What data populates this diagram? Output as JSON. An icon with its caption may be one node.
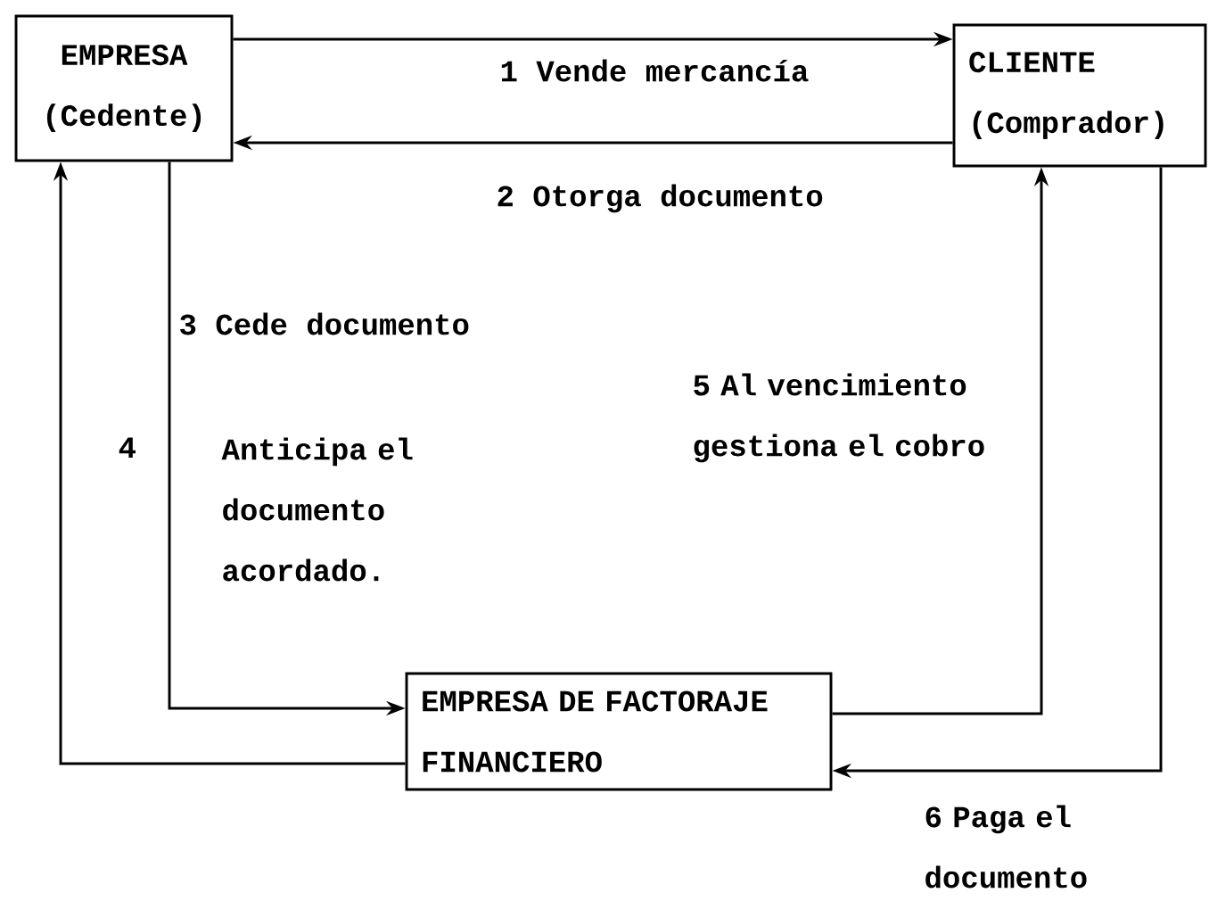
{
  "diagram": {
    "nodes": [
      {
        "text": [
          "EMPRESA (Cedente)"
        ]
      },
      {
        "text": [
          "CLIENTE (Comprador)"
        ]
      },
      {
        "text": [
          "EMPRESA DE FACTORAJE FINANCIERO"
        ]
      }
    ],
    "edges": [
      {
        "from": 0,
        "to": 1,
        "arrow": "to",
        "label": "1 Vende mercancía"
      },
      {
        "from": 1,
        "to": 0,
        "arrow": "to",
        "label": "2 Otorga documento"
      },
      {
        "from": 0,
        "to": 2,
        "arrow": "to",
        "label": "3 Cede documento"
      },
      {
        "from": 2,
        "to": 0,
        "arrow": "to",
        "label": "4"
      },
      {
        "from": 2,
        "to": 1,
        "arrow": "to",
        "label": "5 Al vencimiento gestiona el cobro"
      },
      {
        "from": 1,
        "to": 2,
        "arrow": "to",
        "label": "6 Paga el documento"
      }
    ],
    "labels": [
      "Anticipa el documento acordado."
    ]
  }
}
